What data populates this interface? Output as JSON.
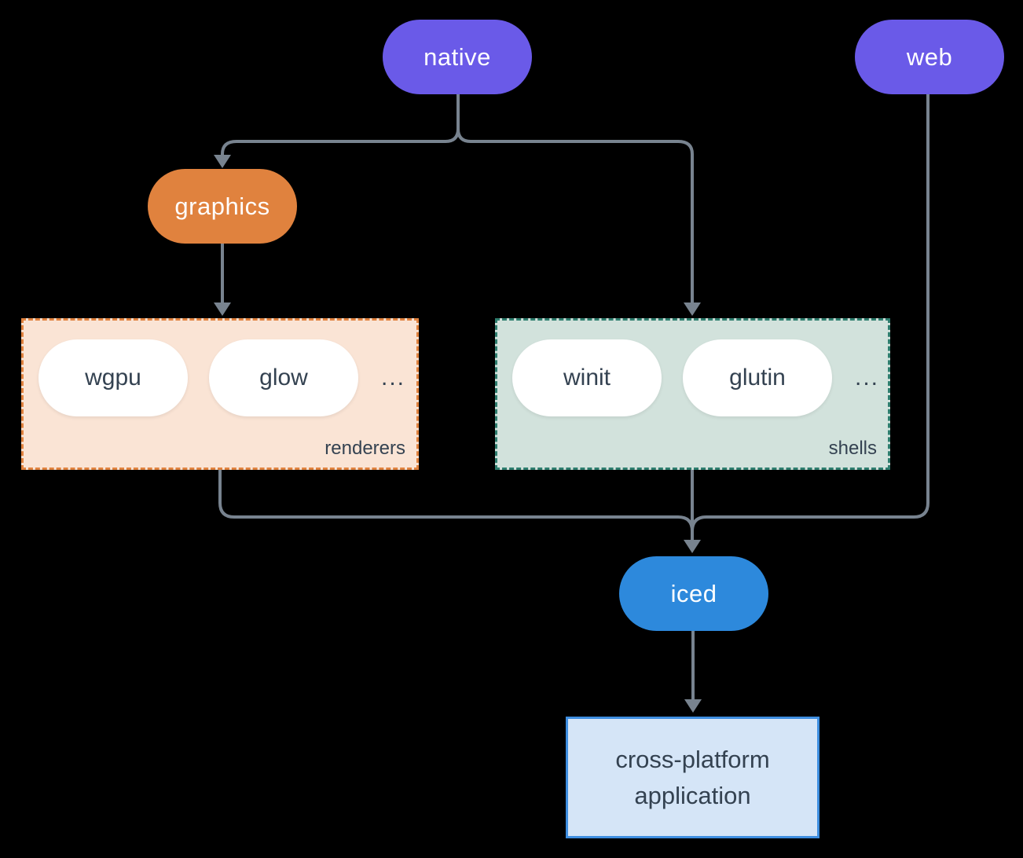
{
  "canvas": {
    "background": "#000000"
  },
  "nodes": {
    "native": {
      "label": "native",
      "fill": "#6A5AE8",
      "text_color": "#FFFFFF"
    },
    "web": {
      "label": "web",
      "fill": "#6A5AE8",
      "text_color": "#FFFFFF"
    },
    "graphics": {
      "label": "graphics",
      "fill": "#E0823E",
      "text_color": "#FFFFFF"
    },
    "iced": {
      "label": "iced",
      "fill": "#2D89DC",
      "text_color": "#FFFFFF"
    },
    "application": {
      "line1": "cross-platform",
      "line2": "application",
      "fill": "#D5E5F7",
      "border_color": "#3E8EE0",
      "text_color": "#344251"
    }
  },
  "groups": {
    "renderers": {
      "label": "renderers",
      "fill": "#FAE4D5",
      "border_color": "#E0823E",
      "items": [
        "wgpu",
        "glow"
      ],
      "ellipsis": "...",
      "item_text_color": "#344251"
    },
    "shells": {
      "label": "shells",
      "fill": "#D2E2DC",
      "border_color": "#2E7D6E",
      "items": [
        "winit",
        "glutin"
      ],
      "ellipsis": "...",
      "item_text_color": "#344251"
    }
  },
  "edges": {
    "color": "#78838F",
    "connections": [
      "native -> graphics",
      "native -> shells",
      "graphics -> renderers",
      "renderers -> iced",
      "shells -> iced",
      "web -> iced",
      "iced -> cross-platform application"
    ]
  }
}
